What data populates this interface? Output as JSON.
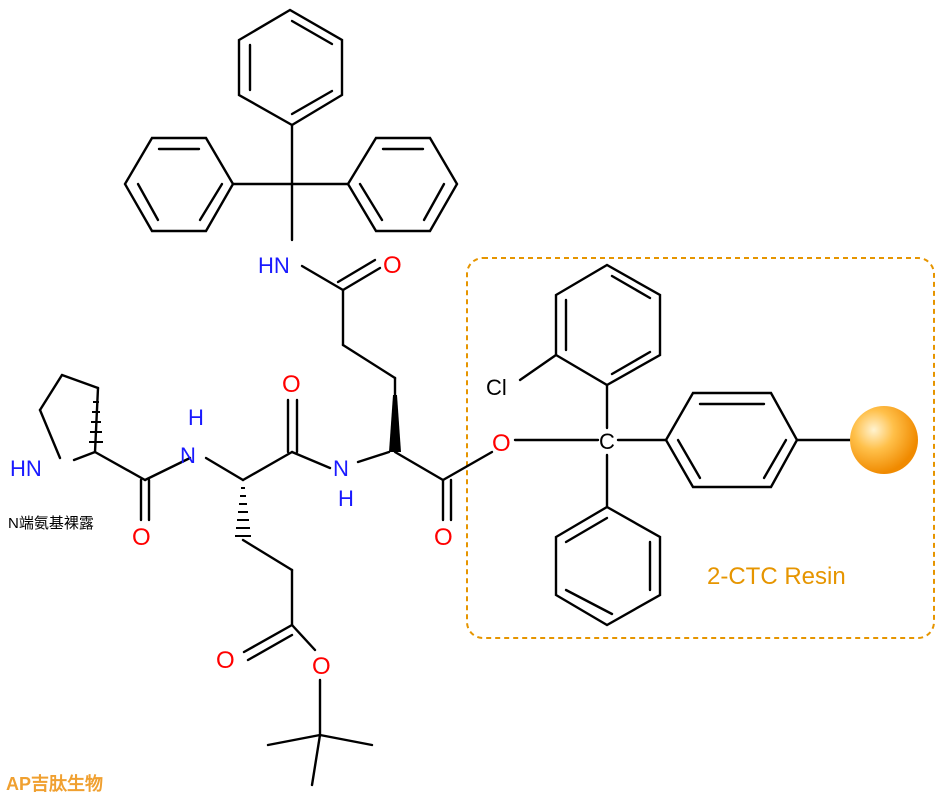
{
  "atoms": {
    "trt_nh": "HN",
    "trt_co_o": "O",
    "cl": "Cl",
    "c_center": "C",
    "o_ester": "O",
    "pro_nh": "HN",
    "pro_co_o": "O",
    "nh1_h": "H",
    "nh1_n": "N",
    "gln_co_o": "O",
    "nh2_n": "N",
    "nh2_h": "H",
    "ester_co_o": "O",
    "glu_co_o": "O",
    "glu_o": "O"
  },
  "labels": {
    "resin": "2-CTC Resin",
    "n_terminal": "N端氨基裸露",
    "watermark": "AP吉肽生物"
  },
  "colors": {
    "nitrogen": "#1a1aff",
    "oxygen": "#ff0000",
    "resin": "#e69500",
    "bond": "#000000"
  }
}
